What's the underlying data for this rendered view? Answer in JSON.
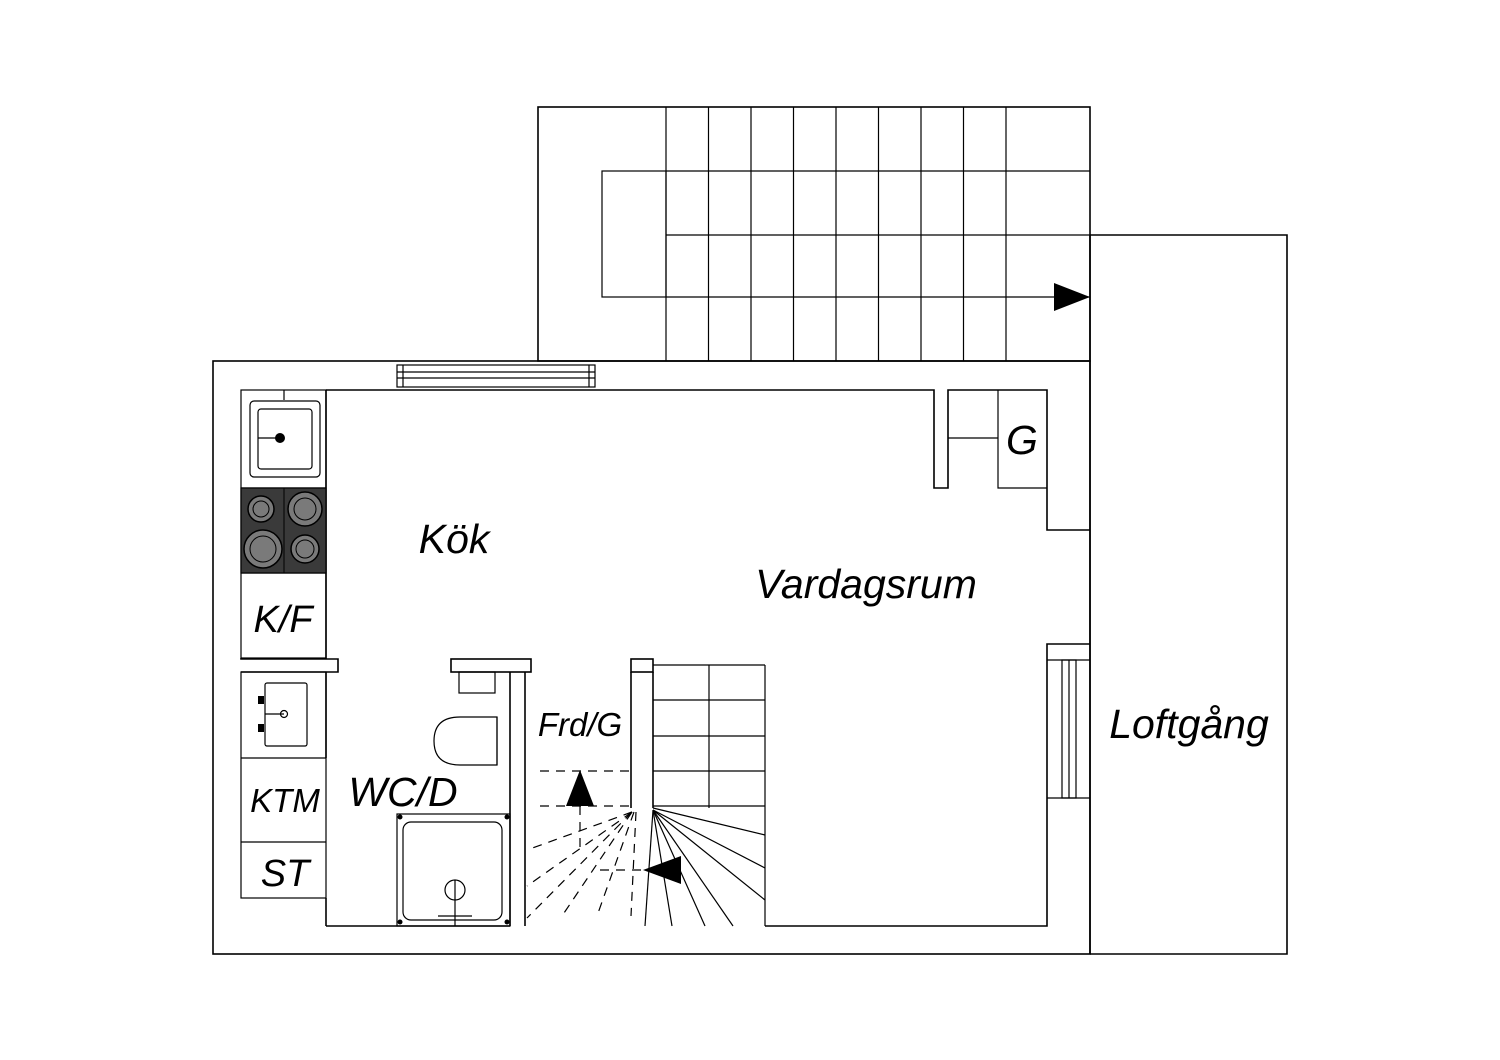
{
  "rooms": {
    "kitchen": "Kök",
    "living_room": "Vardagsrum",
    "gallery": "Loftgång",
    "wc": "WC/D",
    "hall_storage": "Frd/G"
  },
  "fixtures": {
    "fridge_freezer": "K/F",
    "washer": "KTM",
    "wardrobe_top": "G",
    "store": "ST"
  },
  "colors": {
    "line": "#000000",
    "background": "#ffffff",
    "stove_fill": "#3a3a3a",
    "burner_fill": "#7a7a7a"
  }
}
